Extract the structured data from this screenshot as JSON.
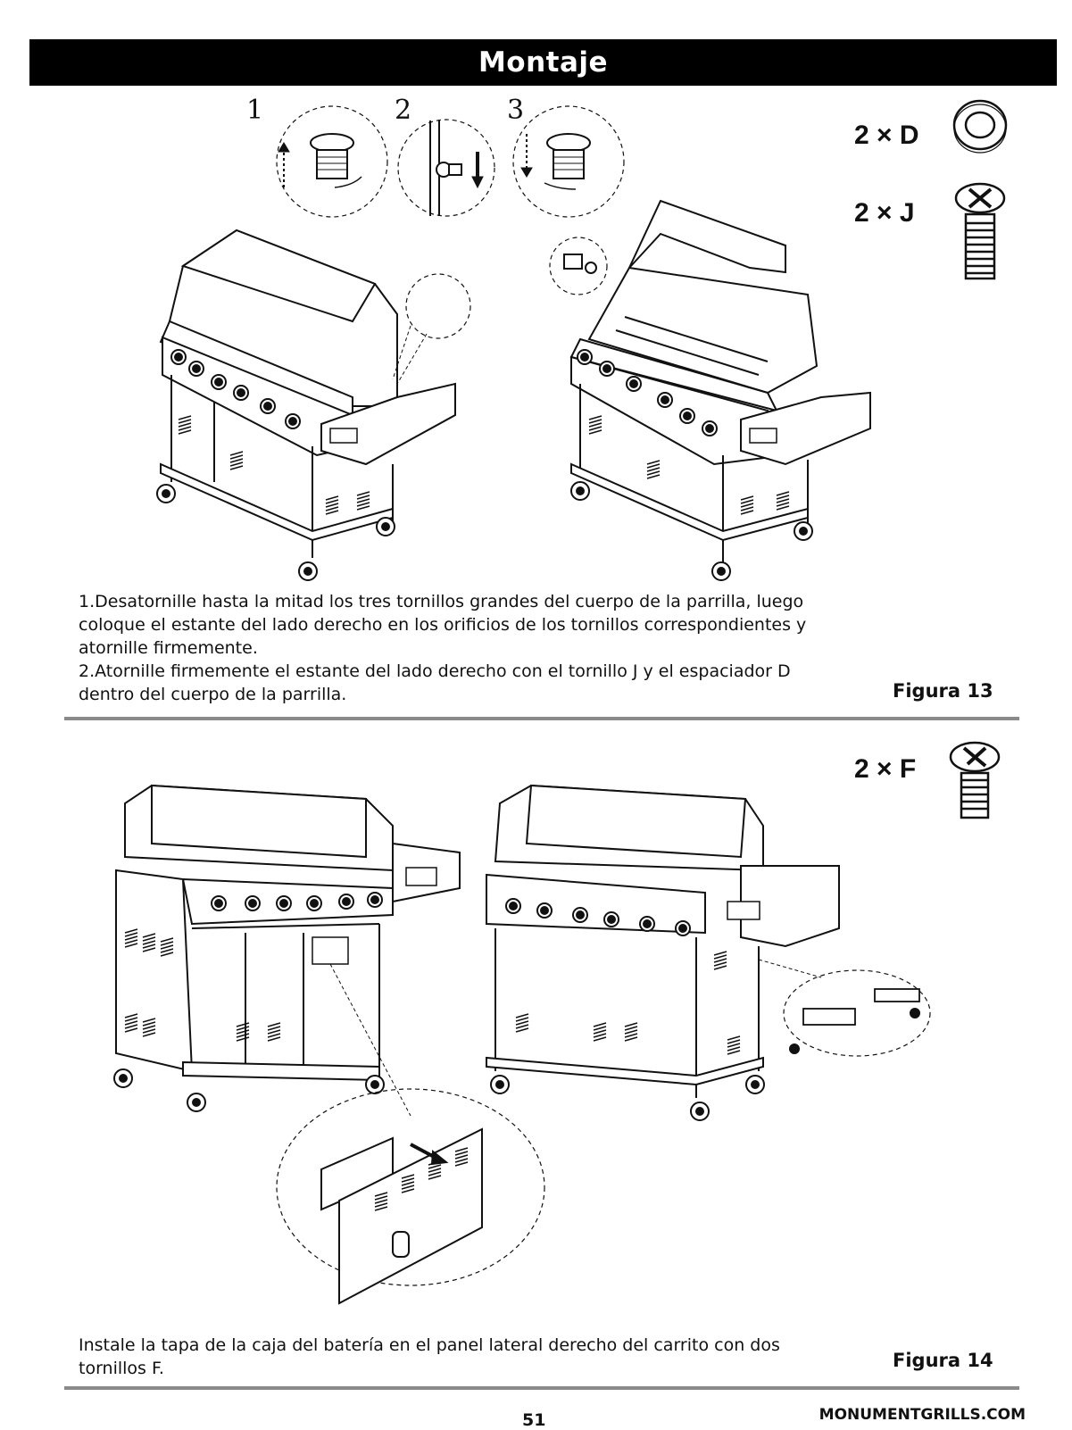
{
  "header": {
    "title": "Montaje"
  },
  "figure13": {
    "steps": [
      "1",
      "2",
      "3"
    ],
    "parts": [
      {
        "qty": "2 × D",
        "icon": "spacer-washer-icon"
      },
      {
        "qty": "2 × J",
        "icon": "large-screw-icon"
      }
    ],
    "instructions": [
      "1.Desatornille hasta la mitad los tres tornillos grandes del cuerpo de la parrilla, luego",
      "coloque el estante del lado derecho en los orificios de los tornillos correspondientes y",
      "atornille firmemente.",
      "2.Atornille firmemente el estante del lado derecho con el tornillo J y el espaciador D",
      "dentro del cuerpo de la parrilla."
    ],
    "label": "Figura 13"
  },
  "figure14": {
    "parts": [
      {
        "qty": "2 × F",
        "icon": "small-screw-icon"
      }
    ],
    "instructions": [
      "Instale la tapa de la caja del batería en el panel lateral derecho del carrito con dos",
      "tornillos F."
    ],
    "label": "Figura 14"
  },
  "footer": {
    "page_number": "51",
    "website": "MONUMENTGRILLS.COM"
  }
}
